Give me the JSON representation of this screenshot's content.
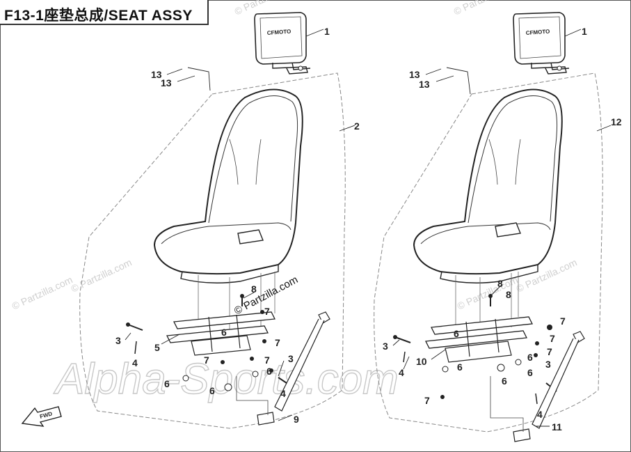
{
  "title": "F13-1座垫总成/SEAT ASSY",
  "fwd_label": "FWD",
  "headrest_logo": "CFMOTO",
  "watermarks": {
    "partzilla": "© Partzilla.com",
    "alpha": "Alpha-Sports.com"
  },
  "left_assembly": {
    "callouts": {
      "headrest": "1",
      "seat": "2",
      "bolt_a": "13",
      "bolt_b": "13",
      "washer": "3",
      "washer_r": "3",
      "pin": "4",
      "pin_r": "4",
      "rail": "5",
      "nut_a": "6",
      "nut_b": "6",
      "nut_c": "6",
      "nut_d": "6",
      "nut_e": "7",
      "nut_f": "7",
      "nut_g": "7",
      "nut_h": "7",
      "screw": "8",
      "belt": "9"
    }
  },
  "right_assembly": {
    "callouts": {
      "headrest": "1",
      "seat": "12",
      "bolt_a": "13",
      "bolt_b": "13",
      "washer": "3",
      "washer_r": "3",
      "pin": "4",
      "pin_r": "4",
      "spacer": "10",
      "nut_a": "6",
      "nut_b": "6",
      "nut_c": "6",
      "nut_d": "6",
      "nut_e": "6",
      "nut_f": "7",
      "nut_g": "7",
      "nut_h": "7",
      "nut_i": "7",
      "screw_a": "8",
      "screw_b": "8",
      "belt": "11"
    }
  }
}
